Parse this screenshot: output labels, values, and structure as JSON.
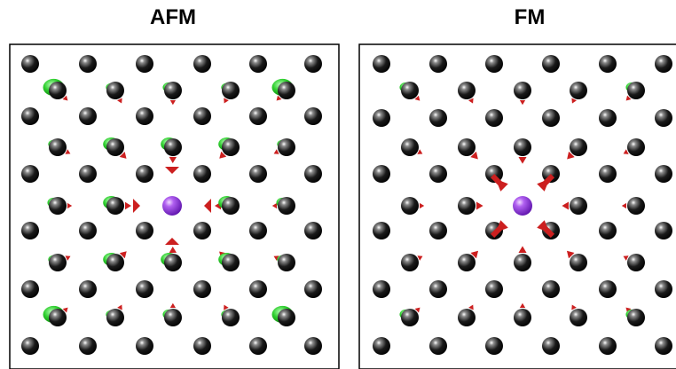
{
  "panels": [
    {
      "id": "afm",
      "title": "AFM",
      "center_atom": {
        "color": "#8A2BE2"
      },
      "green_magnitudes": {
        "corner": 1.0,
        "adjacent_corner": 0.35,
        "inner_ring": 0.7,
        "outer_ring": 0.45,
        "default": 0.15
      },
      "red_magnitudes": {
        "nearest_arrow": 1.0,
        "inner_ring": 0.5,
        "outer_ring": 0.2
      }
    },
    {
      "id": "fm",
      "title": "FM",
      "center_atom": {
        "color": "#8A2BE2"
      },
      "green_magnitudes": {
        "corner": 0.45,
        "default": 0.0
      },
      "red_magnitudes": {
        "nearest_arrow": 1.0,
        "inner_ring": 0.6,
        "outer_ring": 0.2
      }
    }
  ],
  "colors": {
    "atom": "#0b0b0b",
    "center_atom": "#8A2BE2",
    "displacement_red": "#cc1f1f",
    "spin_green": "#2fcf2f",
    "frame": "#000000"
  }
}
